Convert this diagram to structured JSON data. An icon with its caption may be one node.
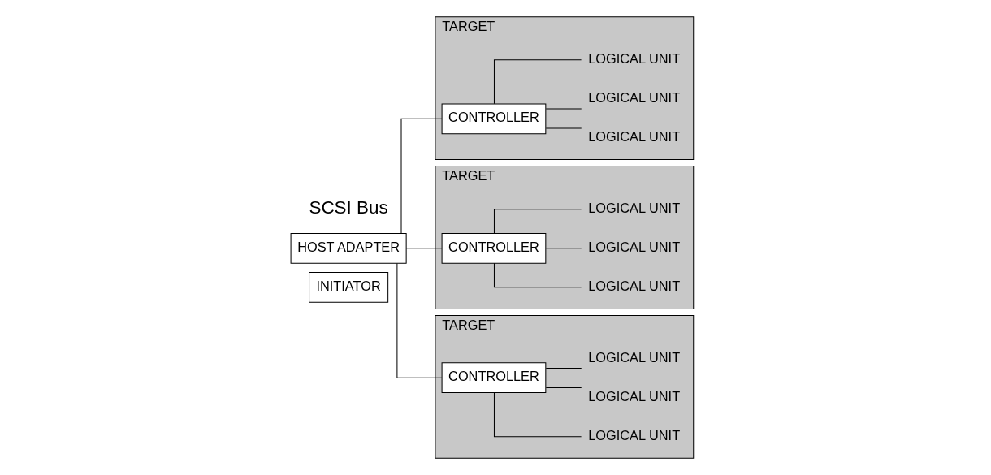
{
  "diagram": {
    "nodes": [
      {
        "text": [
          "INITIATOR"
        ]
      },
      {
        "text": [
          "HOST ADAPTER"
        ]
      },
      {
        "text": [
          "TARGET"
        ]
      },
      {
        "text": [
          "CONTROLLER"
        ],
        "in": 2
      },
      {
        "text": [
          "LOGICAL UNIT"
        ],
        "in": 2
      },
      {
        "text": [
          "LOGICAL UNIT"
        ],
        "in": 2
      },
      {
        "text": [
          "LOGICAL UNIT"
        ],
        "in": 2
      },
      {
        "text": [
          "TARGET"
        ]
      },
      {
        "text": [
          "CONTROLLER"
        ],
        "in": 7
      },
      {
        "text": [
          "LOGICAL UNIT"
        ],
        "in": 7
      },
      {
        "text": [
          "LOGICAL UNIT"
        ],
        "in": 7
      },
      {
        "text": [
          "LOGICAL UNIT"
        ],
        "in": 7
      },
      {
        "text": [
          "TARGET"
        ]
      },
      {
        "text": [
          "CONTROLLER"
        ],
        "in": 12
      },
      {
        "text": [
          "LOGICAL UNIT"
        ],
        "in": 12
      },
      {
        "text": [
          "LOGICAL UNIT"
        ],
        "in": 12
      },
      {
        "text": [
          "LOGICAL UNIT"
        ],
        "in": 12
      }
    ],
    "edges": [
      {
        "from": 1,
        "to": 3,
        "arrow": "none"
      },
      {
        "from": 1,
        "to": 8,
        "arrow": "none"
      },
      {
        "from": 1,
        "to": 13,
        "arrow": "none"
      },
      {
        "from": 3,
        "to": 4,
        "arrow": "none"
      },
      {
        "from": 3,
        "to": 5,
        "arrow": "none"
      },
      {
        "from": 3,
        "to": 6,
        "arrow": "none"
      },
      {
        "from": 8,
        "to": 9,
        "arrow": "none"
      },
      {
        "from": 8,
        "to": 10,
        "arrow": "none"
      },
      {
        "from": 8,
        "to": 11,
        "arrow": "none"
      },
      {
        "from": 13,
        "to": 14,
        "arrow": "none"
      },
      {
        "from": 13,
        "to": 15,
        "arrow": "none"
      },
      {
        "from": 13,
        "to": 16,
        "arrow": "none"
      }
    ],
    "labels": [
      "SCSI Bus"
    ]
  }
}
